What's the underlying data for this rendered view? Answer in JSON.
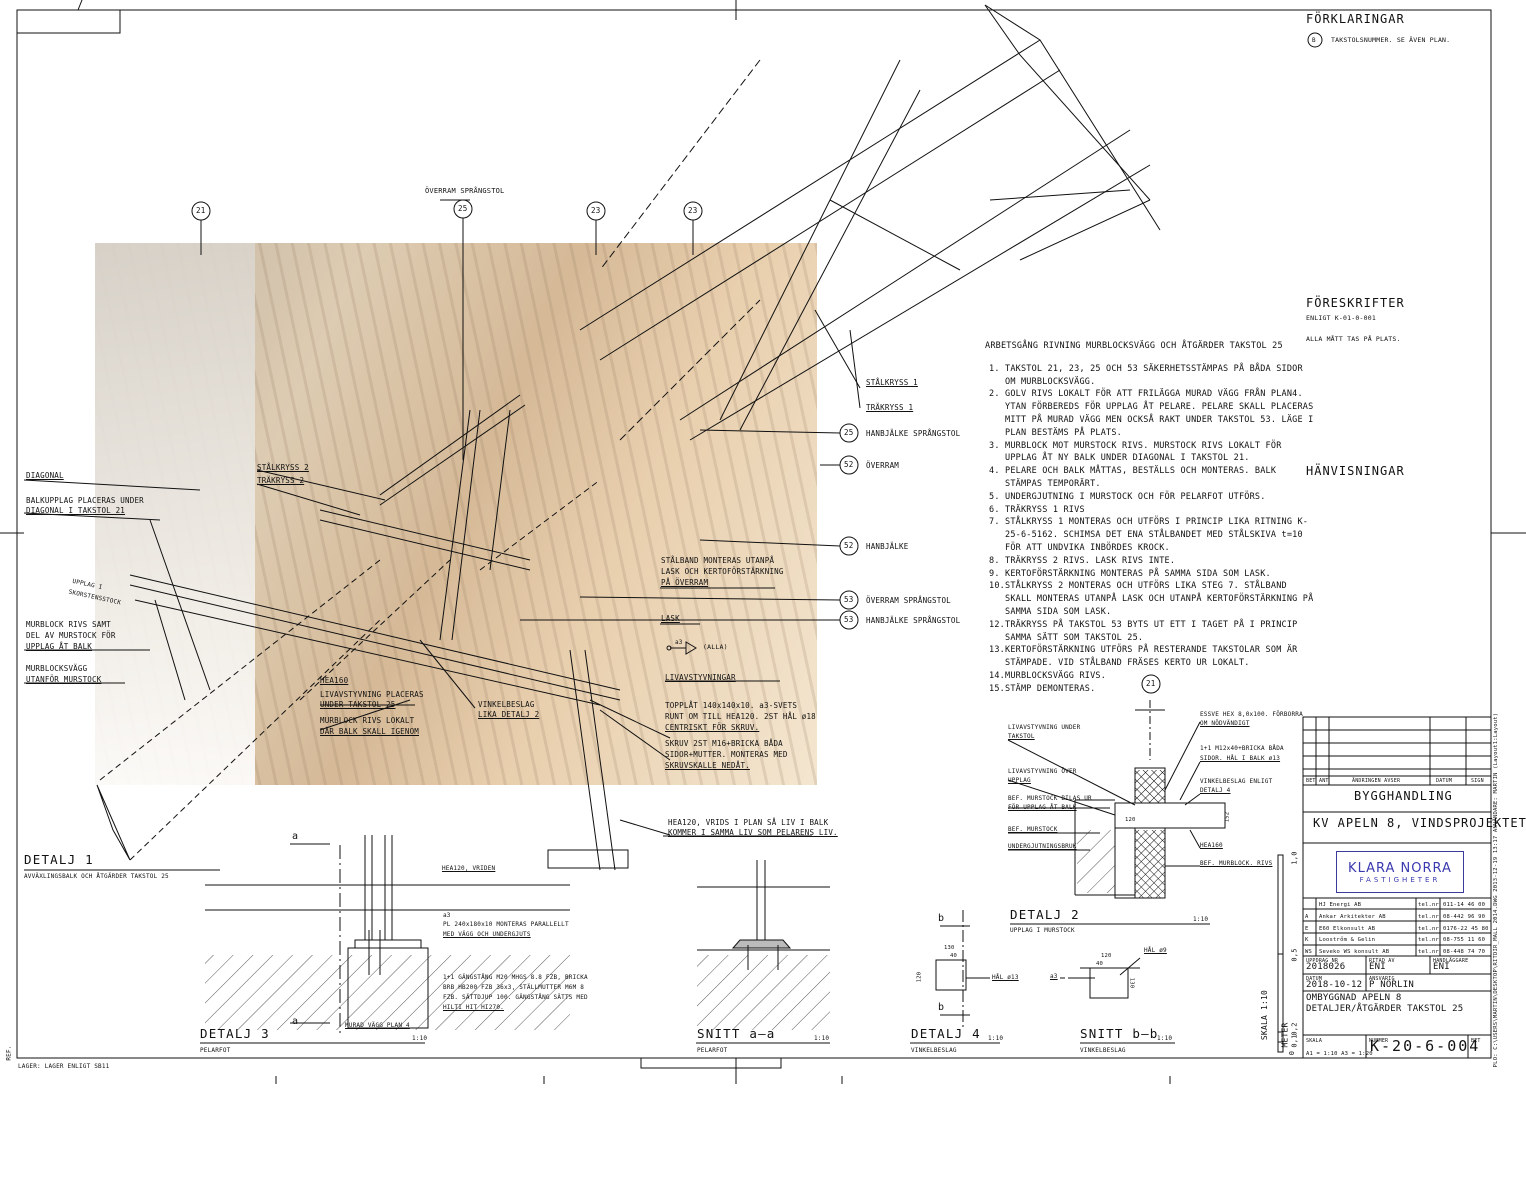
{
  "legend": {
    "title": "FÖRKLARINGAR",
    "symbol": "B",
    "text": "TAKSTOLSNUMMER. SE ÄVEN PLAN."
  },
  "foreskrifter": {
    "title": "FÖRESKRIFTER",
    "line1": "ENLIGT K-01-0-001",
    "line2": "ALLA MÅTT TAS PÅ PLATS."
  },
  "hanvisningar": {
    "title": "HÄNVISNINGAR"
  },
  "top_labels": {
    "overram": "ÖVERRAM SPRÅNGSTOL",
    "c21": "21",
    "c25": "25",
    "c23a": "23",
    "c23b": "23",
    "c21b": "21"
  },
  "callouts": {
    "stalkryss1": "STÅLKRYSS 1",
    "trakryss1": "TRÄKRYSS 1",
    "c25": "25",
    "hanbjalke_sprang": "HANBJÄLKE SPRÅNGSTOL",
    "c52a": "52",
    "overram": "ÖVERRAM",
    "c52b": "52",
    "hanbjalke": "HANBJÄLKE",
    "c53a": "53",
    "overram_sprang": "ÖVERRAM  SPRÅNGSTOL",
    "c53b": "53",
    "hanbjalke_sprang2": "HANBJÄLKE  SPRÅNGSTOL"
  },
  "photo_notes": {
    "stalkryss2": "STÅLKRYSS 2",
    "trakryss2": "TRÄKRYSS 2",
    "diagonal": "DIAGONAL",
    "balkupplag1": "BALKUPPLAG PLACERAS UNDER",
    "balkupplag2": "DIAGONAL I TAKSTOL 21",
    "upplag": "UPPLAG I",
    "skorstensstock": "SKORSTENSSTOCK",
    "murblock1": "MURBLOCK RIVS SAMT",
    "murblock2": "DEL AV MURSTOCK FÖR",
    "murblock3": "UPPLAG ÅT BALK",
    "murblocksvagg1": "MURBLOCKSVÄGG",
    "murblocksvagg2": "UTANFÖR MURSTOCK",
    "stalband1": "STÅLBAND MONTERAS UTANPÅ",
    "stalband2": "LASK OCH KERTOFÖRSTÄRKNING",
    "stalband3": "PÅ ÖVERRAM",
    "lask": "LASK",
    "weld": "a3",
    "alla": "(ALLA)",
    "livavstyvningar": "LIVAVSTYVNINGAR",
    "hea160": "HEA160",
    "livav1": "LIVAVSTYVNING PLACERAS",
    "livav2": "UNDER TAKSTOL 25",
    "mb1": "MURBLOCK RIVS LOKALT",
    "mb2": "DÄR BALK SKALL IGENOM",
    "vinkel1": "VINKELBESLAG",
    "vinkel2": "LIKA DETALJ 2",
    "topp1": "TOPPLÅT 140x140x10. a3-SVETS",
    "topp2": "RUNT OM TILL HEA120. 2ST HÅL ø18",
    "topp3": "CENTRISKT FÖR SKRUV.",
    "skruv1": "SKRUV 2ST M16+BRICKA BÅDA",
    "skruv2": "SIDOR+MUTTER. MONTERAS MED",
    "skruv3": "SKRUVSKALLE NEDÅT.",
    "hea120a": "HEA120, VRIDS I PLAN SÅ LIV I BALK",
    "hea120b": "KOMMER I SAMMA  LIV SOM  PELARENS LIV."
  },
  "steps": {
    "title": "ARBETSGÅNG RIVNING MURBLOCKSVÄGG OCH ÅTGÄRDER TAKSTOL 25",
    "items": [
      {
        "n": "1.",
        "t": "TAKSTOL 21, 23, 25 OCH 53 SÄKERHETSSTÄMPAS PÅ BÅDA SIDOR OM MURBLOCKSVÄGG."
      },
      {
        "n": "2.",
        "t": "GOLV RIVS LOKALT FÖR ATT FRILÄGGA MURAD VÄGG FRÅN PLAN4. YTAN FÖRBEREDS FÖR UPPLAG ÅT PELARE. PELARE SKALL PLACERAS MITT PÅ MURAD VÄGG MEN OCKSÅ RAKT UNDER TAKSTOL 53. LÄGE I PLAN BESTÄMS PÅ PLATS."
      },
      {
        "n": "3.",
        "t": "MURBLOCK MOT MURSTOCK RIVS. MURSTOCK RIVS LOKALT FÖR UPPLAG ÅT NY BALK UNDER DIAGONAL I TAKSTOL 21."
      },
      {
        "n": "4.",
        "t": "PELARE OCH BALK MÅTTAS, BESTÄLLS OCH MONTERAS. BALK STÄMPAS TEMPORÄRT."
      },
      {
        "n": "5.",
        "t": "UNDERGJUTNING I  MURSTOCK OCH FÖR PELARFOT UTFÖRS."
      },
      {
        "n": "6.",
        "t": "TRÄKRYSS 1 RIVS"
      },
      {
        "n": "7.",
        "t": "STÅLKRYSS 1 MONTERAS OCH UTFÖRS I PRINCIP LIKA RITNING K-25-6-5162. SCHIMSA DET ENA STÅLBANDET MED STÅLSKIVA t=10 FÖR ATT UNDVIKA INBÖRDES KROCK."
      },
      {
        "n": "8.",
        "t": "TRÄKRYSS 2 RIVS. LASK RIVS INTE."
      },
      {
        "n": "9.",
        "t": "KERTOFÖRSTÄRKNING MONTERAS PÅ SAMMA SIDA SOM LASK."
      },
      {
        "n": "10.",
        "t": "STÅLKRYSS 2 MONTERAS OCH UTFÖRS LIKA STEG 7. STÅLBAND SKALL MONTERAS UTANPÅ LASK OCH UTANPÅ KERTOFÖRSTÄRKNING PÅ SAMMA SIDA SOM LASK."
      },
      {
        "n": "12.",
        "t": "TRÄKRYSS PÅ TAKSTOL 53 BYTS UT ETT I TAGET PÅ I PRINCIP SAMMA SÄTT SOM TAKSTOL 25."
      },
      {
        "n": "13.",
        "t": "KERTOFÖRSTÄRKNING UTFÖRS PÅ RESTERANDE TAKSTOLAR SOM ÄR STÄMPADE. VID STÅLBAND FRÄSES KERTO UR LOKALT."
      },
      {
        "n": "14.",
        "t": "MURBLOCKSVÄGG RIVS."
      },
      {
        "n": "15.",
        "t": "STÄMP DEMONTERAS."
      }
    ]
  },
  "detalj1": {
    "title": "DETALJ 1",
    "sub": "AVVÄXLINGSBALK OCH ÅTGÄRDER TAKSTOL 25"
  },
  "detalj2": {
    "title": "DETALJ 2",
    "scale": "1:10",
    "sub": "UPPLAG I MURSTOCK",
    "n1a": "LIVAVSTYVNING UNDER",
    "n1b": "TAKSTOL",
    "n2a": "LIVAVSTYVNING ÖVER",
    "n2b": "UPPLAG",
    "n3a": "BEF. MURSTOCK BILAS UR",
    "n3b": "FÖR UPPLAG ÅT BALK",
    "n4": "BEF. MURSTOCK",
    "n5": "UNDERGJUTNINGSBRUK",
    "n6a": "ESSVE HEX 8,0x100. FÖRBORRA",
    "n6b": "OM NÖDVÄNDIGT",
    "n7a": "1+1 M12x40+BRICKA BÅDA",
    "n7b": "SIDOR. HÅL I BALK ø13",
    "n8a": "VINKELBESLAG ENLIGT",
    "n8b": "DETALJ 4",
    "n9": "HEA160",
    "n10": "BEF. MURBLOCK. RIVS",
    "d120": "120",
    "d152": "152"
  },
  "detalj3": {
    "title": "DETALJ 3",
    "scale": "1:10",
    "sub": "PELARFOT",
    "a1": "a",
    "a2": "a",
    "n1": "HEA120, VRIDEN",
    "weld": "a3",
    "n2a": "PL 240x180x10 MONTERAS PARALLELLT",
    "n2b": "MED VÄGG OCH UNDERGJUTS",
    "n3a": "1+1 GÄNGSTÅNG M20 MHGS 8.8 FZB, BRICKA",
    "n3b": "BRB HB200 FZB 36x3, STÄLLMUTTER M6M 8",
    "n3c": "FZB. SÄTTDJUP 100. GÄNGSTÅNG SÄTTS MED",
    "n3d": "HILTI HIT HI270.",
    "n4": "MURAD VÄGG PLAN 4"
  },
  "snitt_aa": {
    "title": "SNITT a–a",
    "scale": "1:10",
    "sub": "PELARFOT"
  },
  "detalj4": {
    "title": "DETALJ 4",
    "scale": "1:10",
    "sub": "VINKELBESLAG",
    "b": "b",
    "b2": "b",
    "d130": "130",
    "d40": "40",
    "d120": "120",
    "hal": "HÅL ø13",
    "weld": "a3"
  },
  "snitt_bb": {
    "title": "SNITT b–b",
    "scale": "1:10",
    "sub": "VINKELBESLAG",
    "d120": "120",
    "d40": "40",
    "d130": "130",
    "hal": "HÅL ø9"
  },
  "scale_bar": {
    "label": "SKALA 1:10",
    "unit": "METER",
    "t0": "0",
    "t1": "0,1",
    "t2": "0,2",
    "t5": "0,5",
    "t10": "1,0"
  },
  "title_block": {
    "rev_headers": [
      "BET",
      "ANT",
      "ÄNDRINGEN AVSER",
      "DATUM",
      "SIGN"
    ],
    "status": "BYGGHANDLING",
    "project": "KV APELN 8, VINDSPROJEKTET",
    "logo1": "KLARA NORRA",
    "logo2": "FASTIGHETER",
    "consultants": [
      {
        "k": "",
        "n": "HJ Energi AB",
        "t": "tel.nr",
        "p": "011-14 46 00"
      },
      {
        "k": "A",
        "n": "Ankar Arkitekter AB",
        "t": "tel.nr",
        "p": "08-442 96 90"
      },
      {
        "k": "E",
        "n": "E60 Elkonsult AB",
        "t": "tel.nr",
        "p": "0176-22 45 80"
      },
      {
        "k": "K",
        "n": "Loostrőm & Gelin",
        "t": "tel.nr",
        "p": "08-755 11 60"
      },
      {
        "k": "WS",
        "n": "Seveko WS konsult AB",
        "t": "tel.nr",
        "p": "08-448 74 70"
      }
    ],
    "uppdrag_lbl": "UPPDRAG NR",
    "uppdrag": "2018026",
    "ritad_lbl": "RITAD AV",
    "ritad": "ENI",
    "handl_lbl": "HANDLÄGGARE",
    "handl": "ENI",
    "datum_lbl": "DATUM",
    "datum": "2018-10-12",
    "ansvarig_lbl": "ANSVARIG",
    "ansvarig": "P NORLIN",
    "desc1": "OMBYGGNAD APELN 8",
    "desc2": "DETALJER/ÅTGÄRDER TAKSTOL 25",
    "skala_lbl": "SKALA",
    "skala": "A1 = 1:10    A3 = 1:20",
    "nummer_lbl": "NUMMER",
    "nummer": "K-20-6-004",
    "bet_lbl": "BET"
  },
  "side_text": "PLO: C:\\USERS\\MARTIN\\DESKTOP\\RITDIR_MALL 2014.DWG 2013-12-19 13:17 ANVÄNDARE: MARTIN (Layout1:Layout)",
  "footer": {
    "lager": "LAGER: LAGER ENLIGT SB11",
    "ref": "REF."
  }
}
